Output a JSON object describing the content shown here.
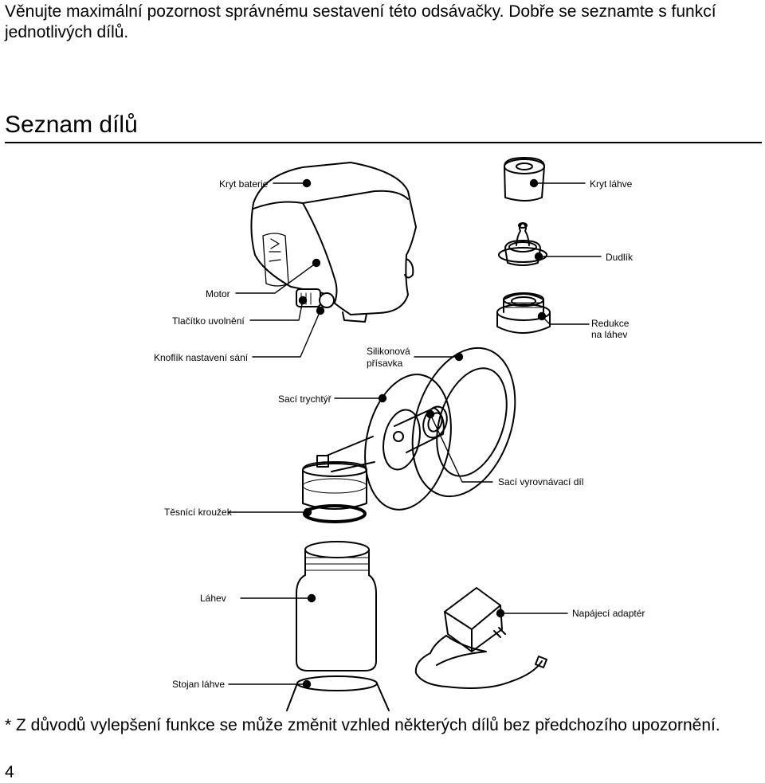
{
  "intro_text": "Věnujte maximální pozornost správnému sestavení této odsávačky. Dobře se seznamte s funkcí jednotlivých dílů.",
  "section_title": "Seznam dílů",
  "labels": {
    "kryt_baterie": "Kryt baterie",
    "kryt_lahve": "Kryt láhve",
    "dudlik": "Dudlík",
    "motor": "Motor",
    "tlacitko_uvolneni": "Tlačítko uvolnění",
    "redukce_line1": "Redukce",
    "redukce_line2": "na láhev",
    "knoflik_nastaveni_sani": "Knoflík nastavení sání",
    "silikonova_line1": "Silikonová",
    "silikonova_line2": "přísavka",
    "saci_trychtyr": "Sací trychtýř",
    "saci_vyrovnavaci_dil": "Sací vyrovnávací díl",
    "tesnici_krouzek": "Těsnící kroužek",
    "lahev": "Láhev",
    "napajeci_adapter": "Napájecí adaptér",
    "stojan_lahve": "Stojan láhve"
  },
  "footnote": "* Z důvodů vylepšení funkce se může změnit vzhled některých dílů bez předchozího upozornění.",
  "page_number": "4"
}
